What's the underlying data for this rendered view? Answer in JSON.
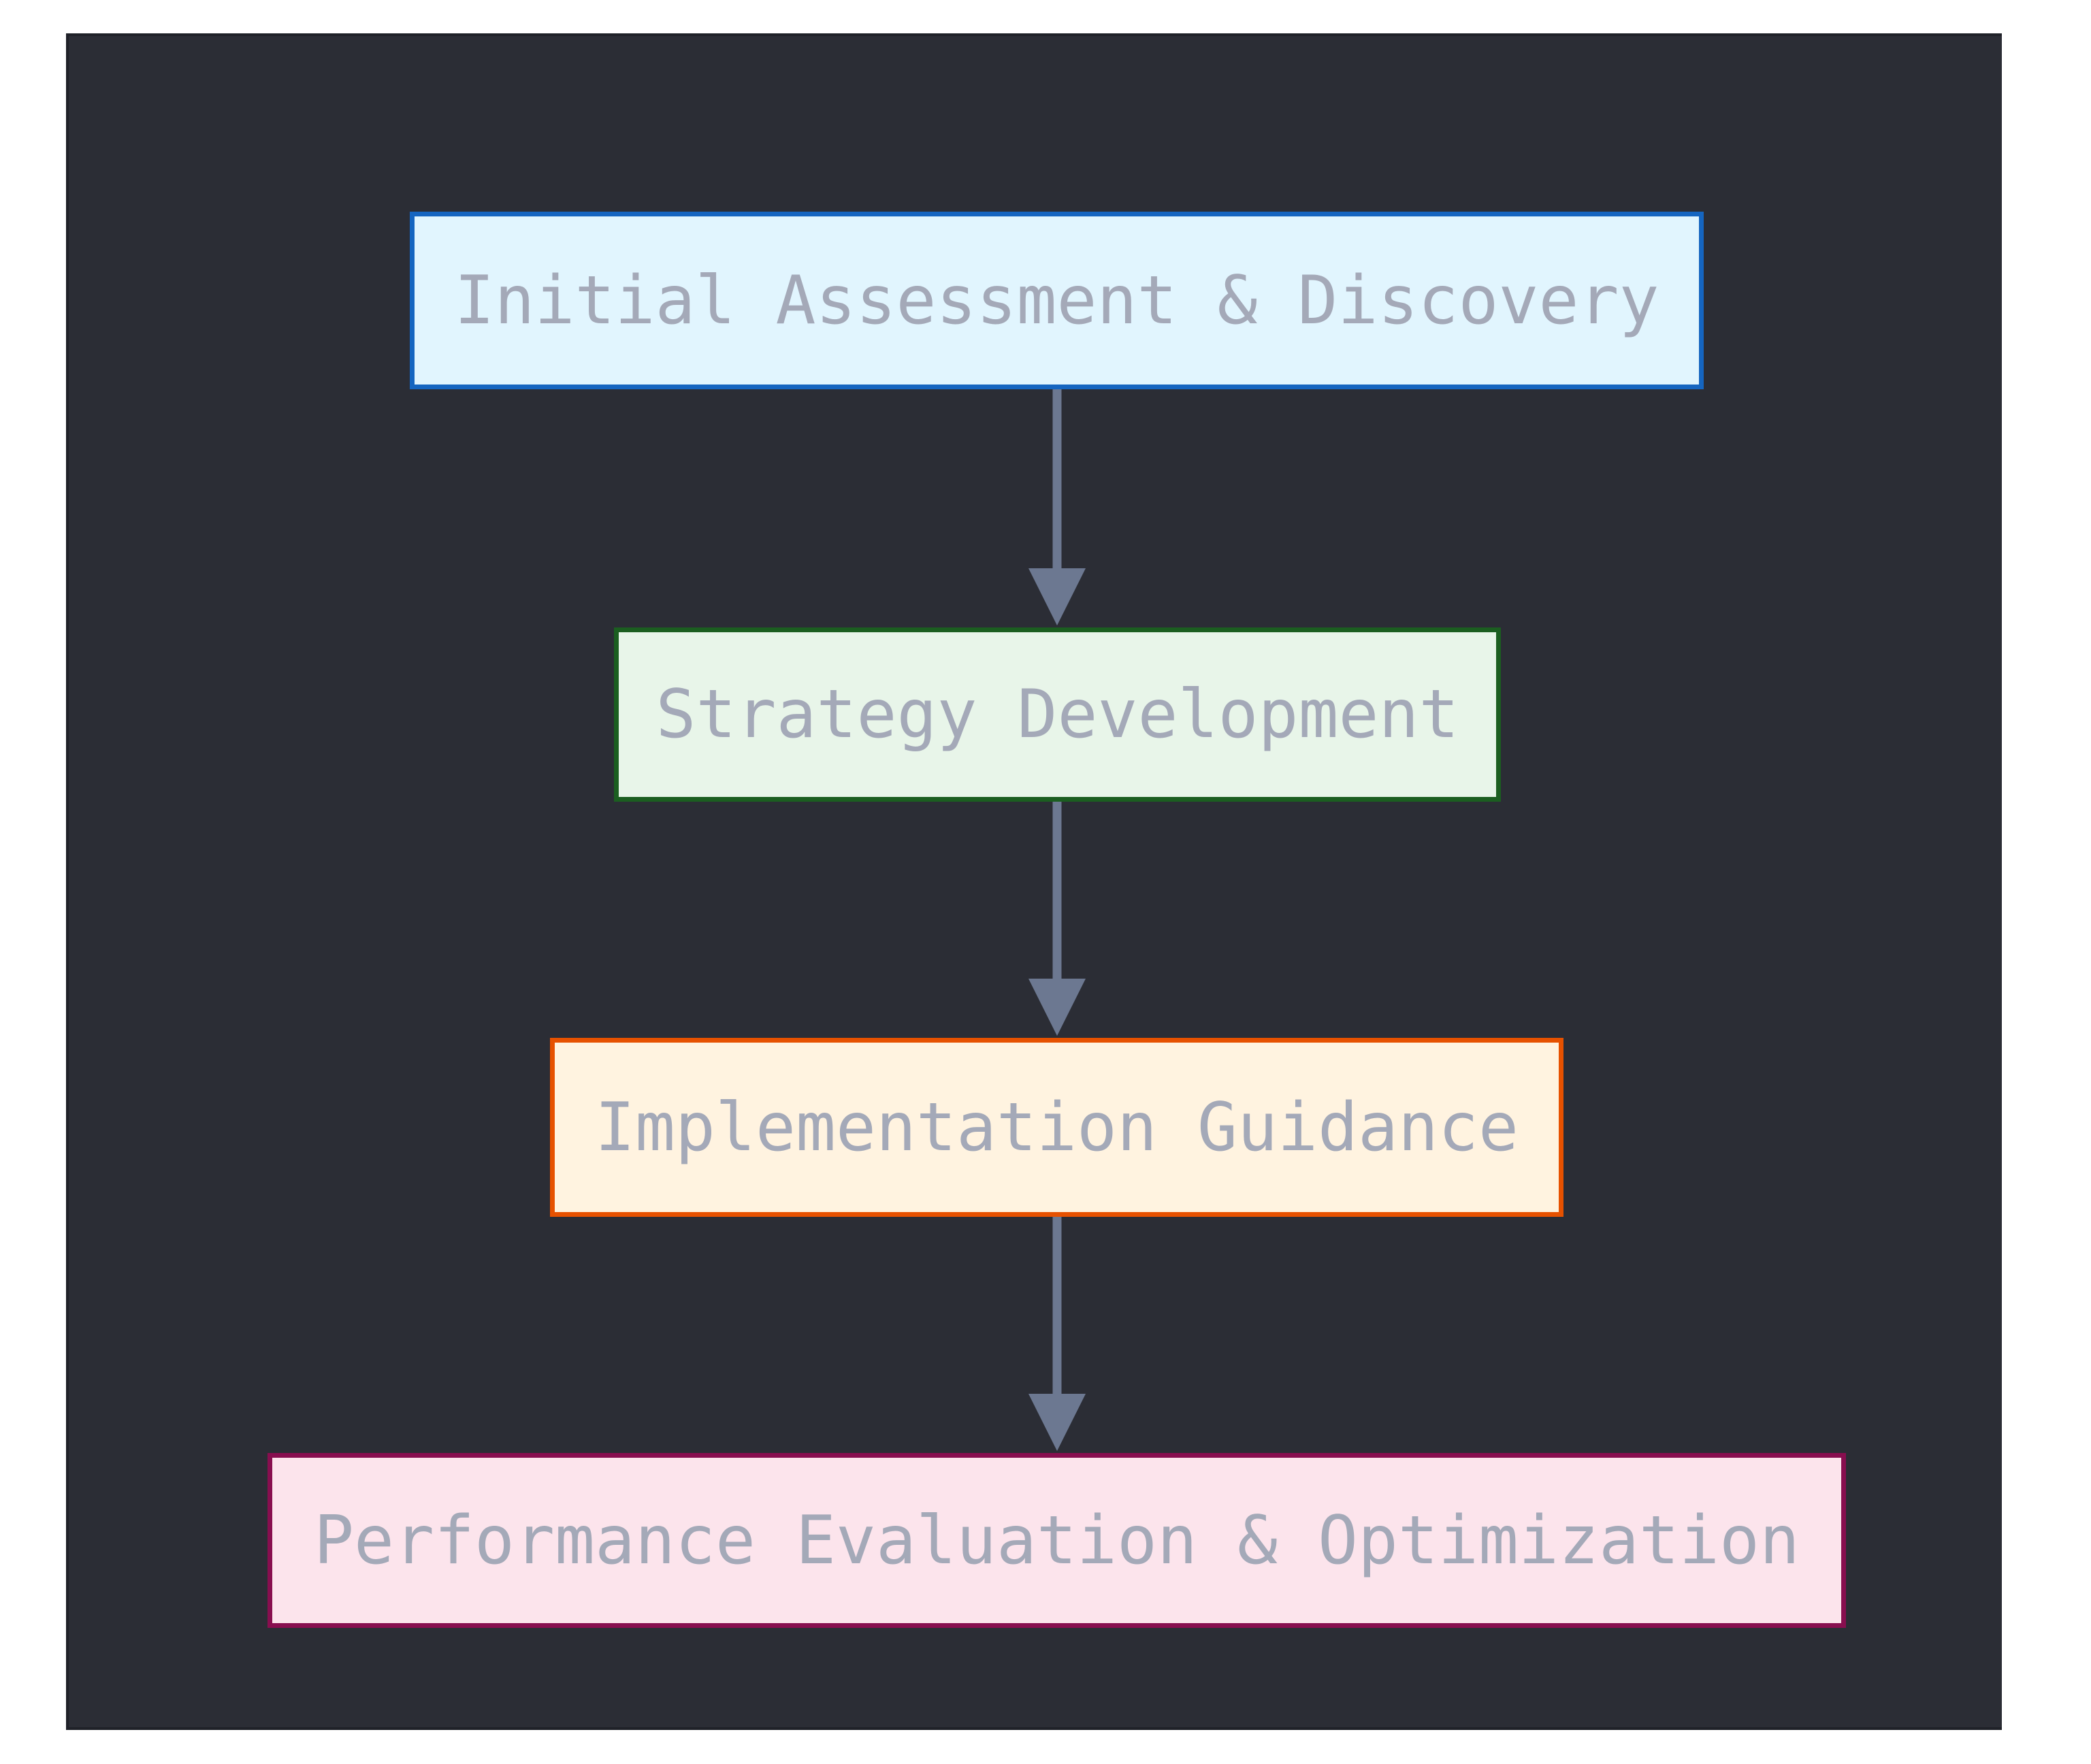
{
  "diagram": {
    "type": "flowchart",
    "direction": "top-to-bottom",
    "background_color": "#2b2d35",
    "text_color": "#a4a9b8",
    "edge_color": "#6c7891",
    "nodes": [
      {
        "id": "assessment",
        "label": "Initial Assessment & Discovery",
        "fill": "#e1f5fe",
        "stroke": "#1565c0"
      },
      {
        "id": "strategy",
        "label": "Strategy Development",
        "fill": "#e8f5e9",
        "stroke": "#1b5e20"
      },
      {
        "id": "implementation",
        "label": "Implementation Guidance",
        "fill": "#fff3e0",
        "stroke": "#e65100"
      },
      {
        "id": "evaluation",
        "label": "Performance Evaluation & Optimization",
        "fill": "#fce4ec",
        "stroke": "#880e4f"
      }
    ],
    "edges": [
      {
        "from": "Initial Assessment & Discovery",
        "to": "Strategy Development"
      },
      {
        "from": "Strategy Development",
        "to": "Implementation Guidance"
      },
      {
        "from": "Implementation Guidance",
        "to": "Performance Evaluation & Optimization"
      }
    ]
  }
}
